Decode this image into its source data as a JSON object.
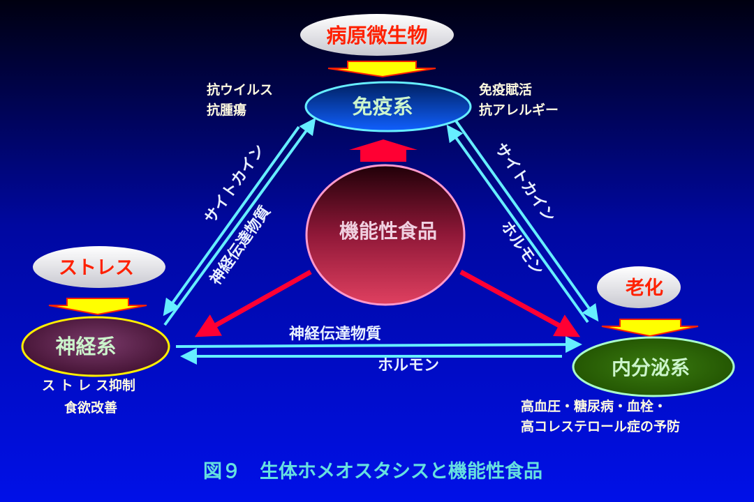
{
  "colors": {
    "bg_top": "#000000",
    "bg_bottom": "#0010e8",
    "cyan": "#66eeff",
    "red": "#ff0033",
    "yellow": "#ffff00",
    "caption": "#66e0e0"
  },
  "nodes": {
    "pathogen": "病原微生物",
    "immune": "免疫系",
    "food": "機能性食品",
    "stress": "ストレス",
    "nerve": "神経系",
    "aging": "老化",
    "endocrine": "内分泌系"
  },
  "effects": {
    "immune_left": [
      "抗ウイルス",
      "抗腫瘍"
    ],
    "immune_right": [
      "免疫賦活",
      "抗アレルギー"
    ],
    "nerve": [
      "ス ト レ ス抑制",
      "食欲改善"
    ],
    "endocrine": [
      "高血圧・糖尿病・血栓・",
      "高コレステロール症の予防"
    ]
  },
  "mediators": {
    "left_outer": "サイトカイン",
    "left_inner": "神経伝達物質",
    "right_outer": "サイトカイン",
    "right_inner": "ホルモン",
    "bottom_top": "神経伝達物質",
    "bottom_bottom": "ホルモン"
  },
  "caption": "図９　生体ホメオスタシスと機能性食品"
}
